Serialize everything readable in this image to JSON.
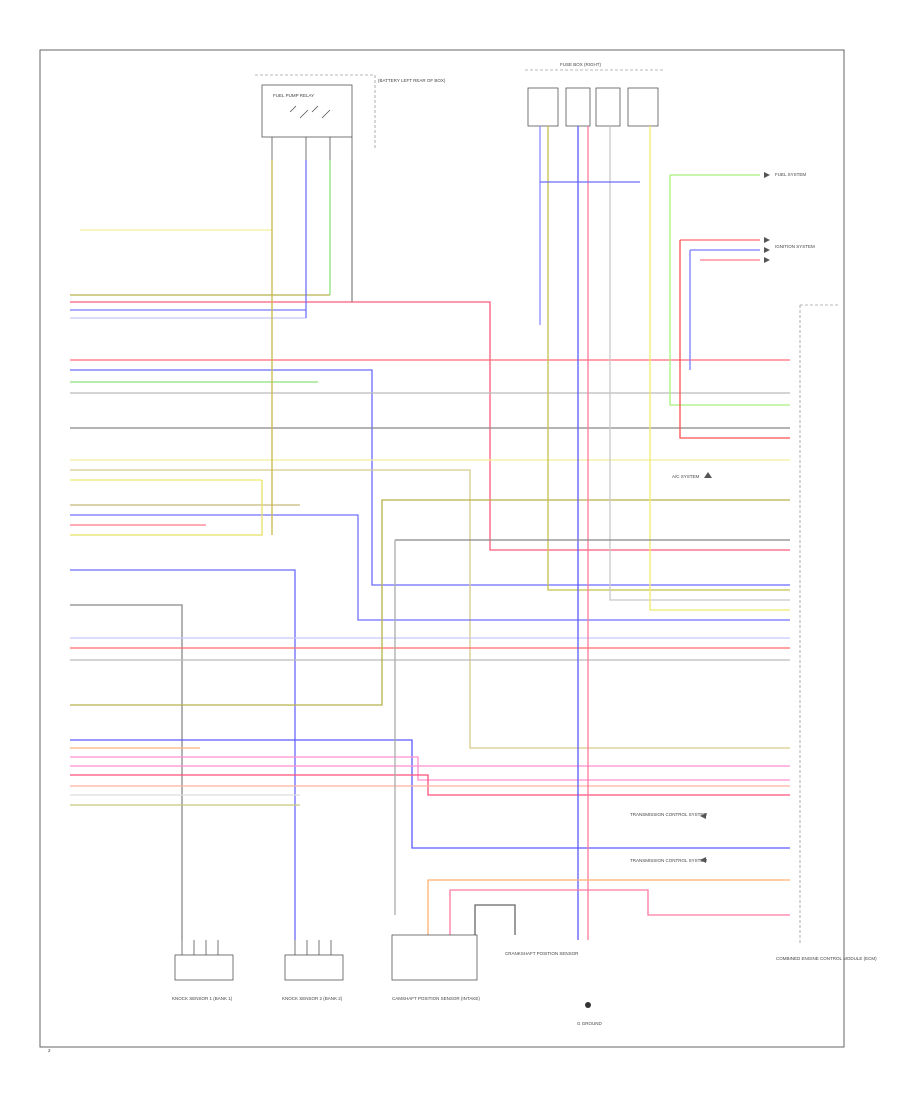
{
  "page_number": "2",
  "components": {
    "fuel_pump_relay": {
      "title": "FUEL PUMP RELAY",
      "note": "(BATTERY LEFT REAR OF BOX)"
    },
    "fuse_block": {
      "title": "FUSE BOX (RIGHT)"
    },
    "ecm": {
      "label": "COMBINED ENGINE CONTROL MODULE (ECM)"
    },
    "knock_sensor_1": {
      "label": "KNOCK SENSOR 1 (BANK 1)"
    },
    "knock_sensor_2": {
      "label": "KNOCK SENSOR 2 (BANK 2)"
    },
    "camshaft_sensor": {
      "label": "CAMSHAFT POSITION SENSOR (INTAKE)"
    },
    "crank_sensor": {
      "label": "CRANKSHAFT POSITION SENSOR"
    },
    "ground": {
      "label": "G GROUND"
    }
  },
  "side_labels": {
    "fuel_system": "FUEL SYSTEM",
    "ignition_system": "IGNITION SYSTEM",
    "ac_system": "A/C SYSTEM",
    "transmission_1": "TRANSMISSION CONTROL SYSTEM",
    "transmission_2": "TRANSMISSION CONTROL SYSTEM"
  },
  "icons": {
    "arrow": "arrow-icon",
    "ground": "ground-icon"
  }
}
